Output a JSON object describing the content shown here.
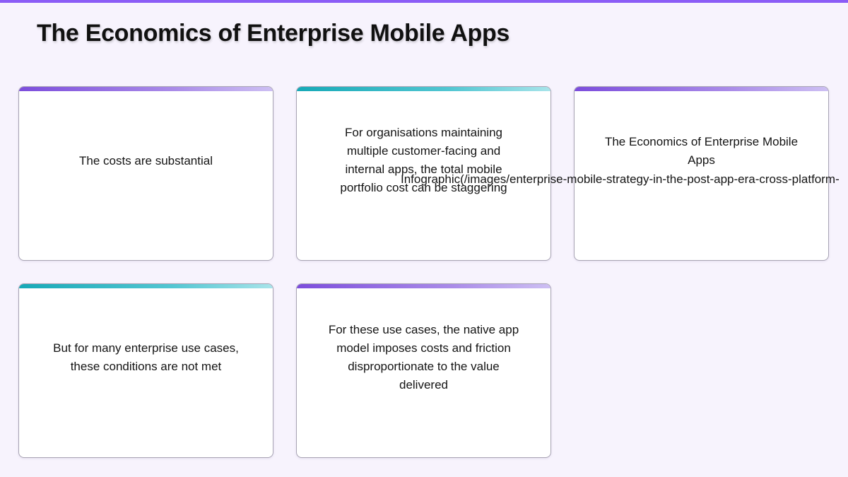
{
  "slide": {
    "title": "The Economics of Enterprise Mobile Apps"
  },
  "cards": [
    {
      "text": "The costs are substantial"
    },
    {
      "text": "For organisations maintaining multiple customer-facing and internal apps, the total mobile portfolio cost can be staggering"
    },
    {
      "text": "The Economics of Enterprise Mobile Apps"
    },
    {
      "text": "But for many enterprise use cases, these conditions are not met"
    },
    {
      "text": "For these use cases, the native app model imposes costs and friction disproportionate to the value delivered"
    }
  ],
  "overflow_caption": "Infographic(/images/enterprise-mobile-strategy-in-the-post-app-era-cross-platform-",
  "colors": {
    "background": "#f7f3fd",
    "top_bar": "#8b5cf6",
    "accent_purple": "#7c4ddc",
    "accent_teal": "#17a9b7",
    "card_border": "#a8a4b4"
  }
}
